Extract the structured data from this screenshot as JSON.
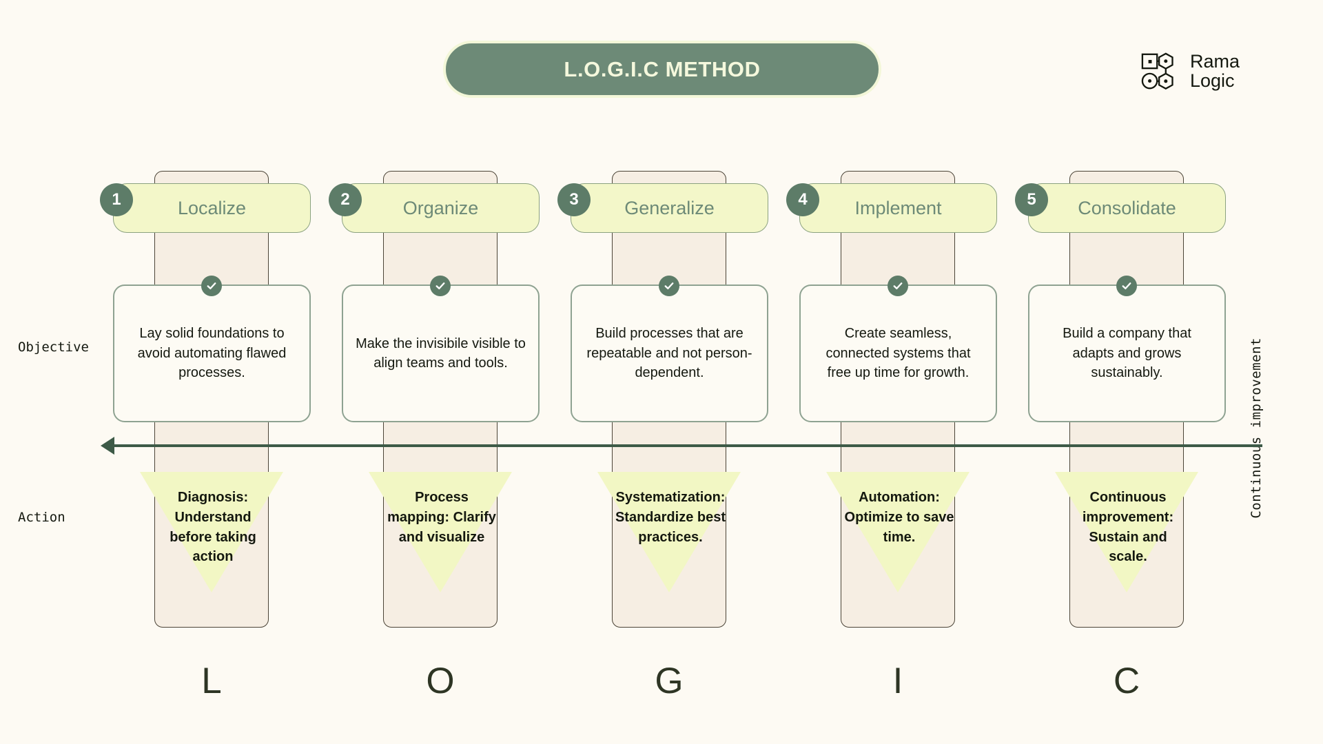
{
  "header": {
    "title": "L.O.G.I.C METHOD",
    "logo": {
      "line1": "Rama",
      "line2": "Logic",
      "mark": "node-graph-icon"
    }
  },
  "row_labels": {
    "objective": "Objective",
    "action": "Action"
  },
  "side_label": "Continuous improvement",
  "colors": {
    "background": "#fdfaf3",
    "banner_fill": "#6d8a77",
    "banner_border": "#f3f7d8",
    "banner_text": "#f5f8dd",
    "pill_fill": "#f3f7c9",
    "pill_border": "#8aa17f",
    "pill_text": "#6d8a77",
    "number_circle": "#5d7c68",
    "column_fill": "#f6eee3",
    "column_border": "#4a4336",
    "card_fill": "#fdfbf4",
    "card_border": "#8ea291",
    "triangle_fill": "#f2f7c4",
    "arrow": "#3d5a47",
    "letter_color": "#2e3524",
    "body_text": "#14180f"
  },
  "steps": [
    {
      "number": "1",
      "name": "Localize",
      "letter": "L",
      "objective": "Lay solid foundations to avoid automating flawed processes.",
      "action": "Diagnosis: Understand before taking action",
      "check": "check-circle-icon"
    },
    {
      "number": "2",
      "name": "Organize",
      "letter": "O",
      "objective": "Make the invisibile visible to align teams and tools.",
      "action": "Process mapping: Clarify and visualize",
      "check": "check-circle-icon"
    },
    {
      "number": "3",
      "name": "Generalize",
      "letter": "G",
      "objective": "Build processes that are repeatable and not person-dependent.",
      "action": "Systematization: Standardize best practices.",
      "check": "check-circle-icon"
    },
    {
      "number": "4",
      "name": "Implement",
      "letter": "I",
      "objective": "Create seamless, connected systems that free up time for growth.",
      "action": "Automation: Optimize to save time.",
      "check": "check-circle-icon"
    },
    {
      "number": "5",
      "name": "Consolidate",
      "letter": "C",
      "objective": "Build a company that adapts and grows sustainably.",
      "action": "Continuous improvement: Sustain and scale.",
      "check": "check-circle-icon"
    }
  ]
}
